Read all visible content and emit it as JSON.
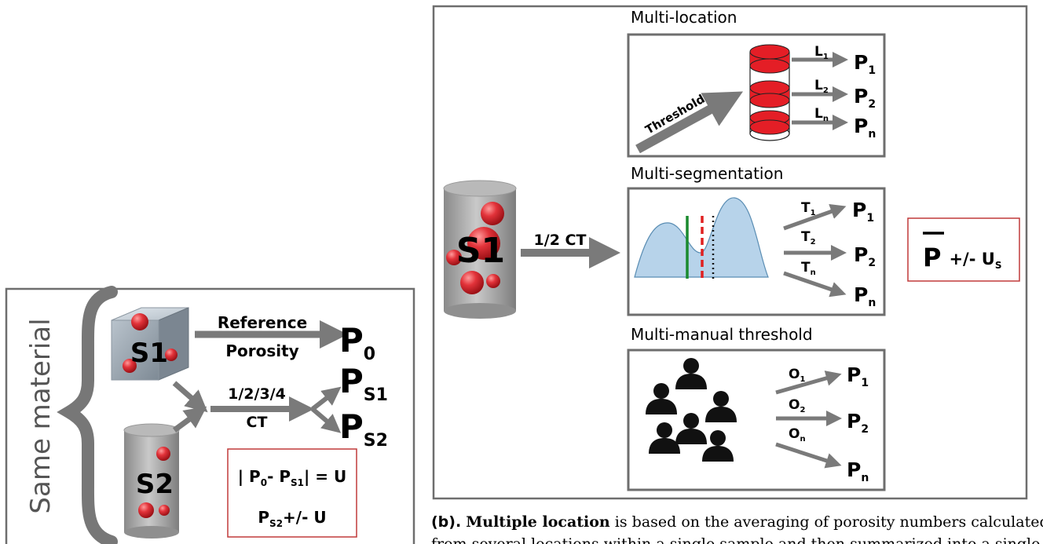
{
  "left_panel": {
    "side_label": "Same material",
    "cube_label": "S1",
    "cylinder_label": "S2",
    "reference_line1": "Reference",
    "reference_line2": "Porosity",
    "ct_line1": "1/2/3/4",
    "ct_line2": "CT",
    "p0": {
      "base": "P",
      "sub": "0"
    },
    "ps1": {
      "base": "P",
      "sub": "S1"
    },
    "ps2": {
      "base": "P",
      "sub": "S2"
    },
    "formula_line1": "| P",
    "formula_line1_sub0": "0",
    "formula_line1_mid": "- P",
    "formula_line1_sub1": "S1",
    "formula_line1_end": "| = U",
    "formula_line2": "P",
    "formula_line2_sub": "S2",
    "formula_line2_end": "+/- U"
  },
  "right_panel": {
    "cylinder_label": "S1",
    "ct_label": "1/2 CT",
    "multi_location": {
      "title": "Multi-location",
      "threshold": "Threshold",
      "L1": "L",
      "L1_sub": "1",
      "L2": "L",
      "L2_sub": "2",
      "Ln": "L",
      "Ln_sub": "n",
      "P1": "P",
      "P1_sub": "1",
      "P2": "P",
      "P2_sub": "2",
      "Pn": "P",
      "Pn_sub": "n"
    },
    "multi_segmentation": {
      "title": "Multi-segmentation",
      "T1": "T",
      "T1_sub": "1",
      "T2": "T",
      "T2_sub": "2",
      "Tn": "T",
      "Tn_sub": "n",
      "P1": "P",
      "P1_sub": "1",
      "P2": "P",
      "P2_sub": "2",
      "Pn": "P",
      "Pn_sub": "n"
    },
    "multi_manual": {
      "title": "Multi-manual threshold",
      "O1": "O",
      "O1_sub": "1",
      "O2": "O",
      "O2_sub": "2",
      "On": "O",
      "On_sub": "n",
      "P1": "P",
      "P1_sub": "1",
      "P2": "P",
      "P2_sub": "2",
      "Pn": "P",
      "Pn_sub": "n"
    },
    "result": {
      "base": "P",
      "rest": "+/- U",
      "sub": "S"
    }
  },
  "caption": {
    "prefix": "(b).",
    "bold": "Multiple location",
    "rest": "is based on the averaging of porosity numbers calculated",
    "line2": "from several locations within a single sample and then summarized into a single figure"
  },
  "colors": {
    "arrow": "#7a7a7a",
    "border": "#6e6e6e",
    "sphere": "#d4252b",
    "result_border": "#c03a3a",
    "histogram": "#b7d3ea",
    "green_line": "#1a8a2e",
    "red_dash": "#e02020"
  }
}
